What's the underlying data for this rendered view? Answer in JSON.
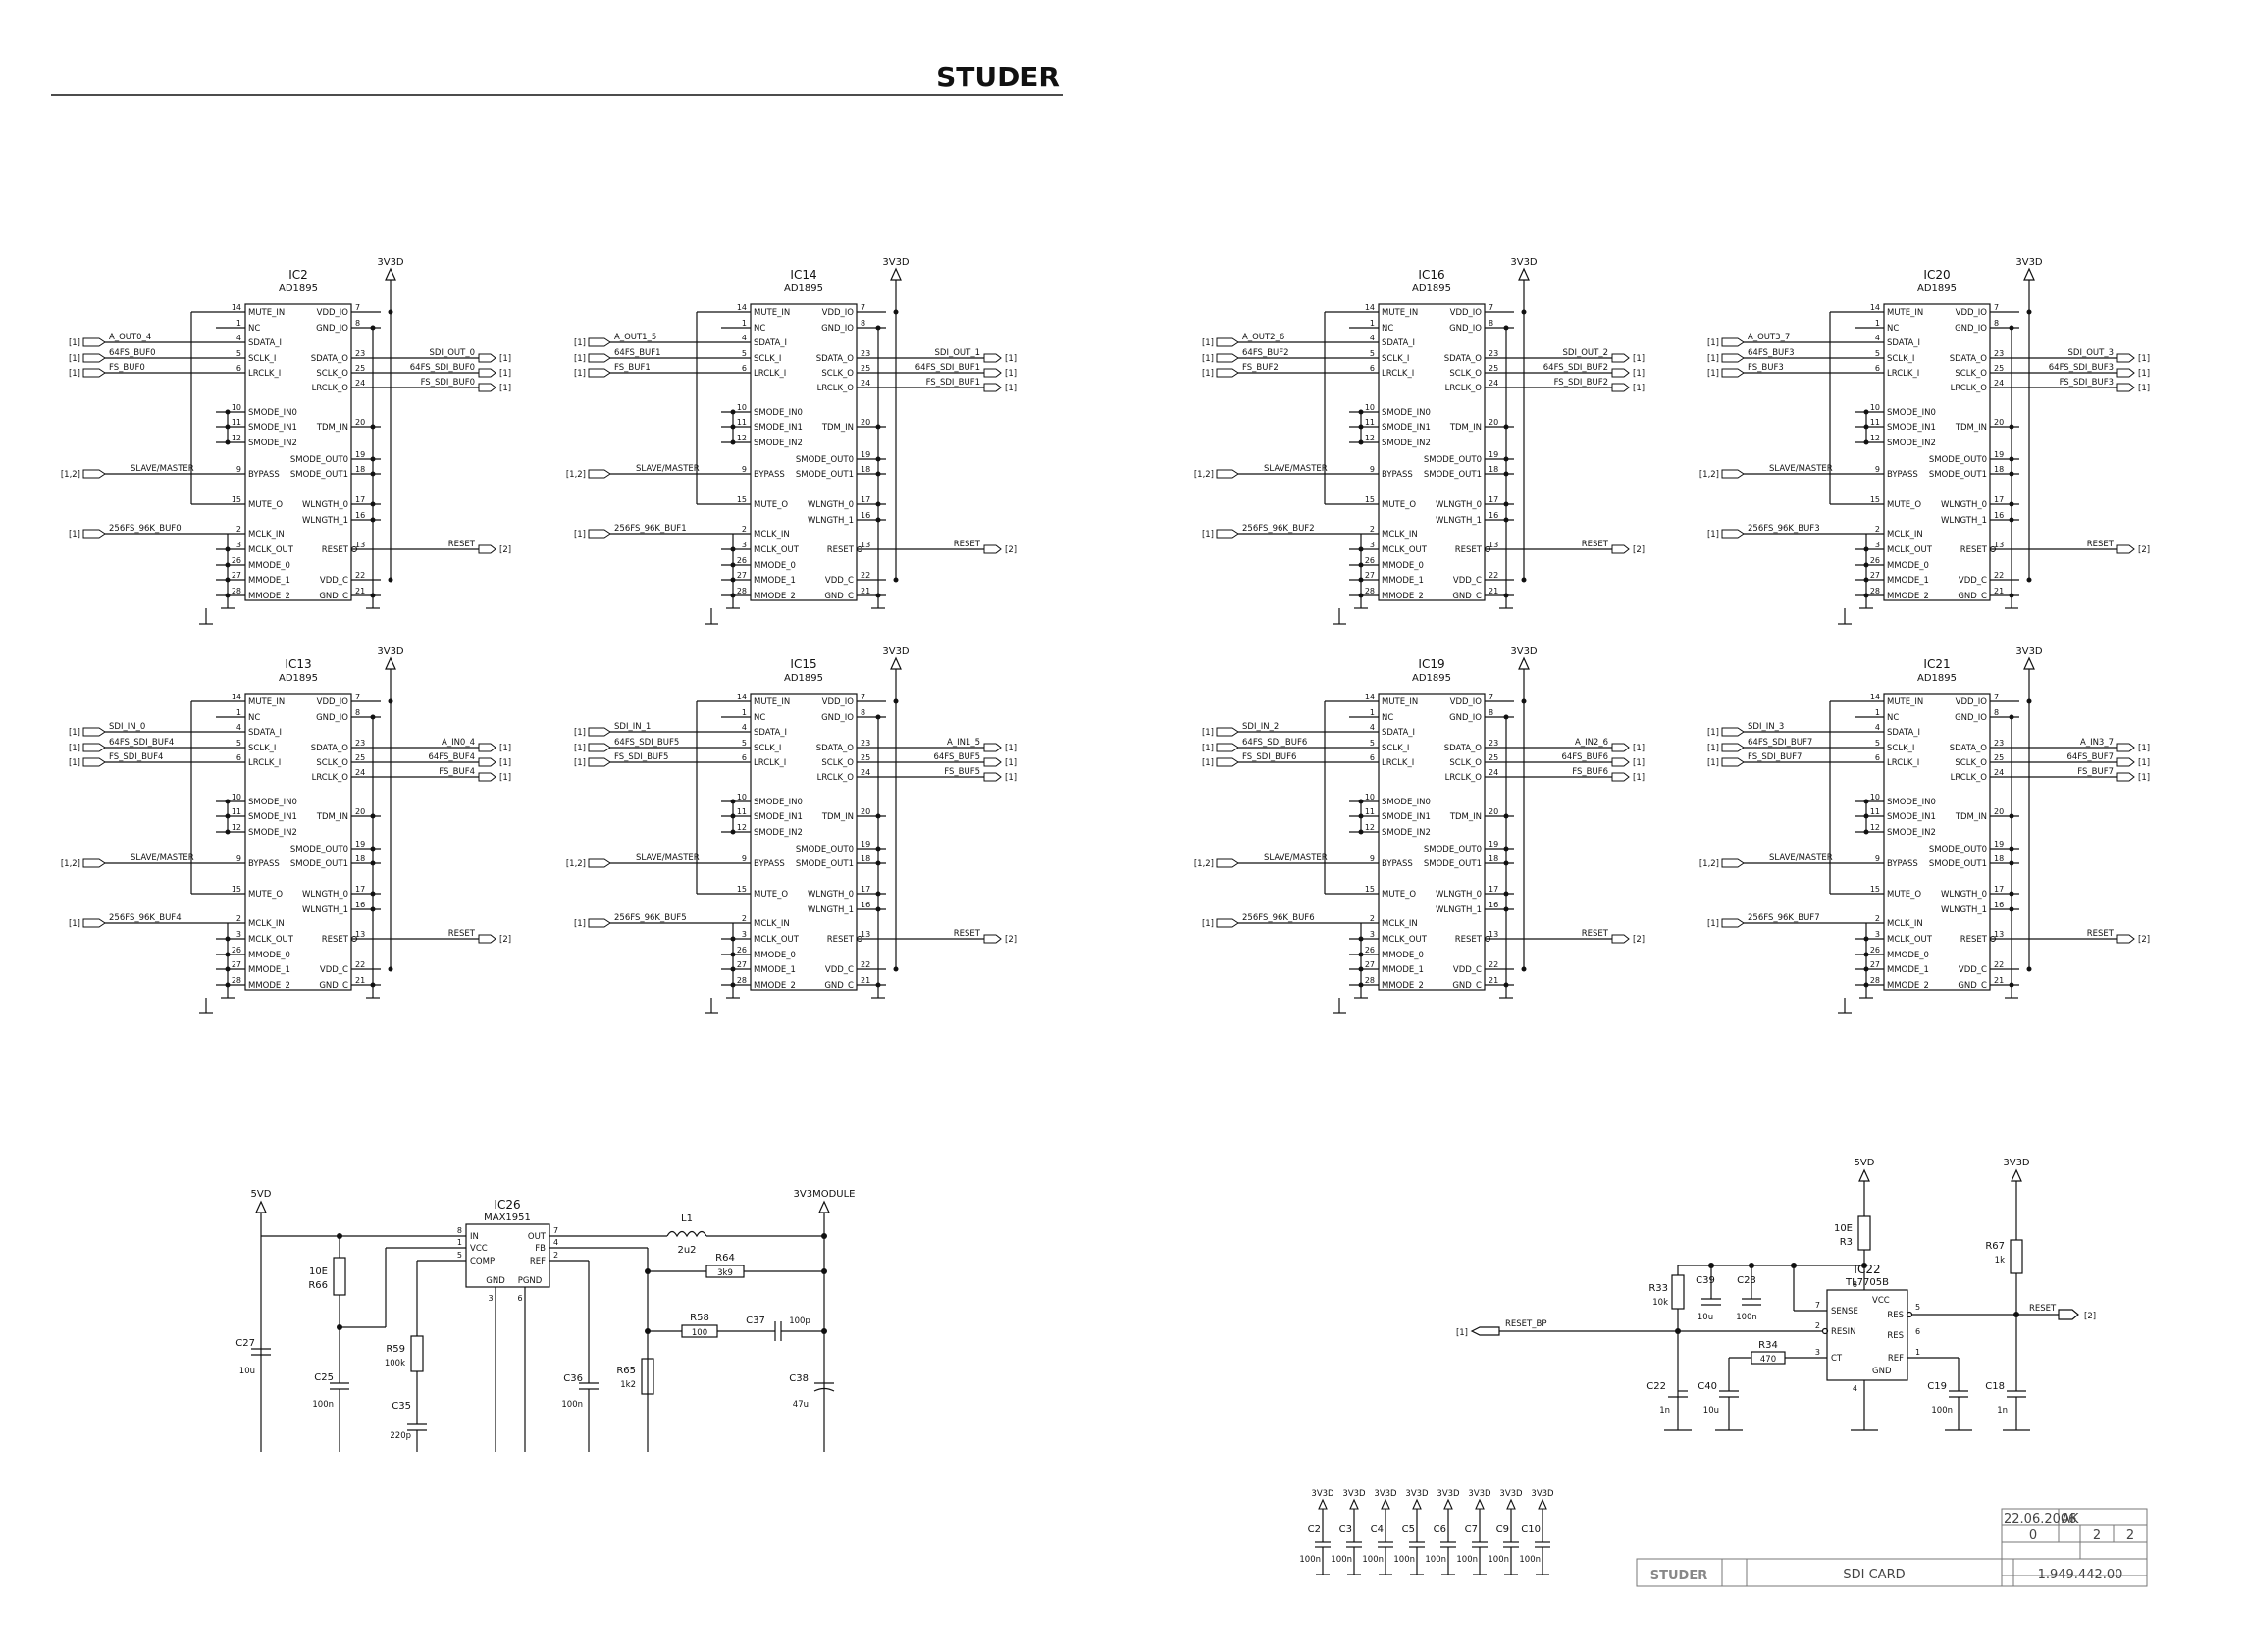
{
  "brand": "STUDER",
  "rail_3v3d": "3V3D",
  "ic_part": "AD1895",
  "labels": {
    "ref1": "[1]",
    "ref12": "[1,2]",
    "ref2": "[2]",
    "slave_master": "SLAVE/MASTER",
    "reset": "RESET"
  },
  "src_pins": {
    "left": [
      {
        "name": "MUTE_IN",
        "num": "14"
      },
      {
        "name": "NC",
        "num": "1"
      },
      {
        "name": "SDATA_I",
        "num": "4"
      },
      {
        "name": "SCLK_I",
        "num": "5"
      },
      {
        "name": "LRCLK_I",
        "num": "6"
      },
      {
        "name": "SMODE_IN0",
        "num": "10"
      },
      {
        "name": "SMODE_IN1",
        "num": "11"
      },
      {
        "name": "SMODE_IN2",
        "num": "12"
      },
      {
        "name": "BYPASS",
        "num": "9"
      },
      {
        "name": "MUTE_O",
        "num": "15"
      },
      {
        "name": "MCLK_IN",
        "num": "2"
      },
      {
        "name": "MCLK_OUT",
        "num": "3"
      },
      {
        "name": "MMODE_0",
        "num": "26"
      },
      {
        "name": "MMODE_1",
        "num": "27"
      },
      {
        "name": "MMODE_2",
        "num": "28"
      }
    ],
    "right": [
      {
        "name": "VDD_IO",
        "num": "7"
      },
      {
        "name": "GND_IO",
        "num": "8"
      },
      {
        "name": "SDATA_O",
        "num": "23"
      },
      {
        "name": "SCLK_O",
        "num": "25"
      },
      {
        "name": "LRCLK_O",
        "num": "24"
      },
      {
        "name": "TDM_IN",
        "num": "20"
      },
      {
        "name": "SMODE_OUT0",
        "num": "19"
      },
      {
        "name": "SMODE_OUT1",
        "num": "18"
      },
      {
        "name": "WLNGTH_0",
        "num": "17"
      },
      {
        "name": "WLNGTH_1",
        "num": "16"
      },
      {
        "name": "RESET",
        "num": "13"
      },
      {
        "name": "VDD_C",
        "num": "22"
      },
      {
        "name": "GND_C",
        "num": "21"
      }
    ]
  },
  "src_chips": [
    {
      "ref": "IC2",
      "in1": "A_OUT0_4",
      "in2": "64FS_BUF0",
      "in3": "FS_BUF0",
      "mclk": "256FS_96K_BUF0",
      "out1": "SDI_OUT_0",
      "out2": "64FS_SDI_BUF0",
      "out3": "FS_SDI_BUF0"
    },
    {
      "ref": "IC14",
      "in1": "A_OUT1_5",
      "in2": "64FS_BUF1",
      "in3": "FS_BUF1",
      "mclk": "256FS_96K_BUF1",
      "out1": "SDI_OUT_1",
      "out2": "64FS_SDI_BUF1",
      "out3": "FS_SDI_BUF1"
    },
    {
      "ref": "IC16",
      "in1": "A_OUT2_6",
      "in2": "64FS_BUF2",
      "in3": "FS_BUF2",
      "mclk": "256FS_96K_BUF2",
      "out1": "SDI_OUT_2",
      "out2": "64FS_SDI_BUF2",
      "out3": "FS_SDI_BUF2"
    },
    {
      "ref": "IC20",
      "in1": "A_OUT3_7",
      "in2": "64FS_BUF3",
      "in3": "FS_BUF3",
      "mclk": "256FS_96K_BUF3",
      "out1": "SDI_OUT_3",
      "out2": "64FS_SDI_BUF3",
      "out3": "FS_SDI_BUF3"
    },
    {
      "ref": "IC13",
      "in1": "SDI_IN_0",
      "in2": "64FS_SDI_BUF4",
      "in3": "FS_SDI_BUF4",
      "mclk": "256FS_96K_BUF4",
      "out1": "A_IN0_4",
      "out2": "64FS_BUF4",
      "out3": "FS_BUF4"
    },
    {
      "ref": "IC15",
      "in1": "SDI_IN_1",
      "in2": "64FS_SDI_BUF5",
      "in3": "FS_SDI_BUF5",
      "mclk": "256FS_96K_BUF5",
      "out1": "A_IN1_5",
      "out2": "64FS_BUF5",
      "out3": "FS_BUF5"
    },
    {
      "ref": "IC19",
      "in1": "SDI_IN_2",
      "in2": "64FS_SDI_BUF6",
      "in3": "FS_SDI_BUF6",
      "mclk": "256FS_96K_BUF6",
      "out1": "A_IN2_6",
      "out2": "64FS_BUF6",
      "out3": "FS_BUF6"
    },
    {
      "ref": "IC21",
      "in1": "SDI_IN_3",
      "in2": "64FS_SDI_BUF7",
      "in3": "FS_SDI_BUF7",
      "mclk": "256FS_96K_BUF7",
      "out1": "A_IN3_7",
      "out2": "64FS_BUF7",
      "out3": "FS_BUF7"
    }
  ],
  "power": {
    "rail_in": "5VD",
    "rail_out": "3V3MODULE",
    "ic_ref": "IC26",
    "ic_part": "MAX1951",
    "pins": {
      "in": "IN",
      "vcc": "VCC",
      "comp": "COMP",
      "gnd": "GND",
      "pgnd": "PGND",
      "out": "OUT",
      "fb": "FB",
      "ref": "REF"
    },
    "pin_nums": {
      "in": "8",
      "vcc": "1",
      "comp": "5",
      "gnd": "3",
      "pgnd": "6",
      "out": "7",
      "fb": "4",
      "ref": "2"
    },
    "parts": {
      "L1": "L1",
      "L1_val": "2u2",
      "R64": "R64",
      "R64_val": "3k9",
      "R58": "R58",
      "R58_val": "100",
      "C37": "C37",
      "C37_val": "100p",
      "R65": "R65",
      "R65_val": "1k2",
      "C38": "C38",
      "C38_val": "47u",
      "C36": "C36",
      "C36_val": "100n",
      "R66": "R66",
      "R66_val": "10E",
      "C27": "C27",
      "C27_val": "10u",
      "C25": "C25",
      "C25_val": "100n",
      "R59": "R59",
      "R59_val": "100k",
      "C35": "C35",
      "C35_val": "220p"
    }
  },
  "reset_circuit": {
    "rail_5v": "5VD",
    "rail_3v3": "3V3D",
    "ic_ref": "IC22",
    "ic_part": "TL7705B",
    "pins": {
      "sense": "SENSE",
      "resin": "RESIN",
      "ct": "CT",
      "vcc": "VCC",
      "gnd": "GND",
      "res": "RES",
      "res2": "RES",
      "ref": "REF"
    },
    "pin_nums": {
      "sense": "7",
      "resin": "2",
      "ct": "3",
      "vcc": "8",
      "gnd": "4",
      "res": "5",
      "res2": "6",
      "ref": "1"
    },
    "input_net": "RESET_BP",
    "output_net": "RESET",
    "parts": {
      "R3": "R3",
      "R3_val": "10E",
      "R33": "R33",
      "R33_val": "10k",
      "C39": "C39",
      "C39_val": "10u",
      "C23": "C23",
      "C23_val": "100n",
      "R34": "R34",
      "R34_val": "470",
      "C22": "C22",
      "C22_val": "1n",
      "C40": "C40",
      "C40_val": "10u",
      "C19": "C19",
      "C19_val": "100n",
      "R67": "R67",
      "R67_val": "1k",
      "C18": "C18",
      "C18_val": "1n"
    }
  },
  "decoupling": [
    {
      "ref": "C2",
      "value": "100n"
    },
    {
      "ref": "C3",
      "value": "100n"
    },
    {
      "ref": "C4",
      "value": "100n"
    },
    {
      "ref": "C5",
      "value": "100n"
    },
    {
      "ref": "C6",
      "value": "100n"
    },
    {
      "ref": "C7",
      "value": "100n"
    },
    {
      "ref": "C9",
      "value": "100n"
    },
    {
      "ref": "C10",
      "value": "100n"
    }
  ],
  "title_block": {
    "date": "22.06.2006",
    "author": "AK",
    "index": "0",
    "page": "2",
    "pages": "2",
    "title": "SDI CARD",
    "number": "1.949.442.00"
  }
}
